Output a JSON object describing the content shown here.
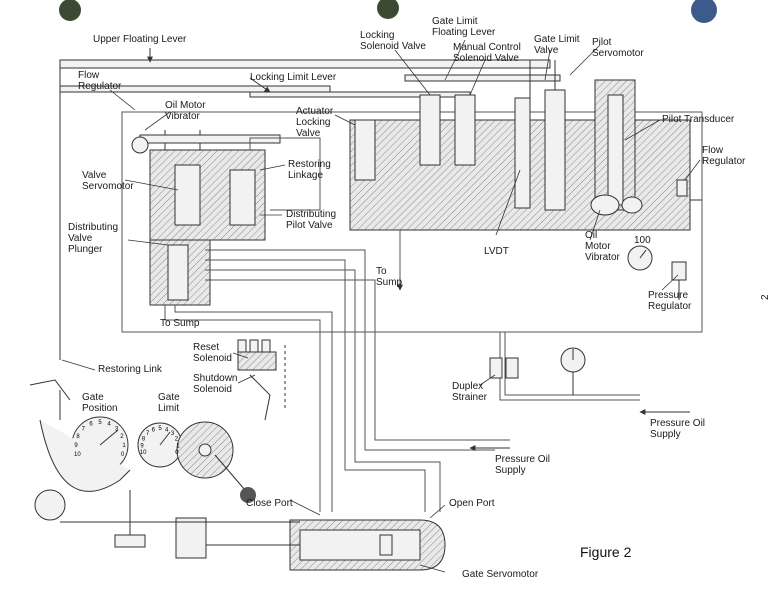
{
  "figure_label": "Figure 2",
  "page_number": "2",
  "labels": {
    "upper_floating_lever": "Upper Floating Lever",
    "gate_limit_floating_lever": "Gate Limit\nFloating Lever",
    "locking_solenoid_valve": "Locking\nSolenoid Valve",
    "manual_control_solenoid_valve": "Manual Control\nSolenoid Valve",
    "gate_limit_valve": "Gate Limit\nValve",
    "pilot_servomotor": "Pilot\nServomotor",
    "flow_regulator_left": "Flow\nRegulator",
    "locking_limit_lever": "Locking Limit Lever",
    "oil_motor_vibrator_left": "Oil Motor\nVibrator",
    "actuator_locking_valve": "Actuator\nLocking\nValve",
    "pilot_transducer": "Pilot Transducer",
    "restoring_linkage": "Restoring\nLinkage",
    "flow_regulator_right": "Flow\nRegulator",
    "valve_servomotor": "Valve\nServomotor",
    "distributing_pilot_valve": "Distributing\nPilot Valve",
    "distributing_valve_plunger": "Distributing\nValve\nPlunger",
    "lvdt": "LVDT",
    "oil_motor_vibrator_right": "Oil\nMotor\nVibrator",
    "to_sump_right": "To\nSump",
    "pressure_regulator": "Pressure\nRegulator",
    "to_sump_left": "To Sump",
    "reset_solenoid": "Reset\nSolenoid",
    "shutdown_solenoid": "Shutdown\nSolenoid",
    "restoring_link": "Restoring Link",
    "duplex_strainer": "Duplex\nStrainer",
    "gate_position": "Gate\nPosition",
    "gate_limit": "Gate\nLimit",
    "pressure_oil_supply_right": "Pressure Oil\nSupply",
    "pressure_oil_supply_mid": "Pressure Oil\nSupply",
    "close_port": "Close Port",
    "open_port": "Open Port",
    "gate_servomotor": "Gate Servomotor"
  },
  "gauge_scale": "100",
  "dial_ticks": [
    "10",
    "9",
    "8",
    "7",
    "6",
    "5",
    "4",
    "3",
    "2",
    "1",
    "0"
  ]
}
